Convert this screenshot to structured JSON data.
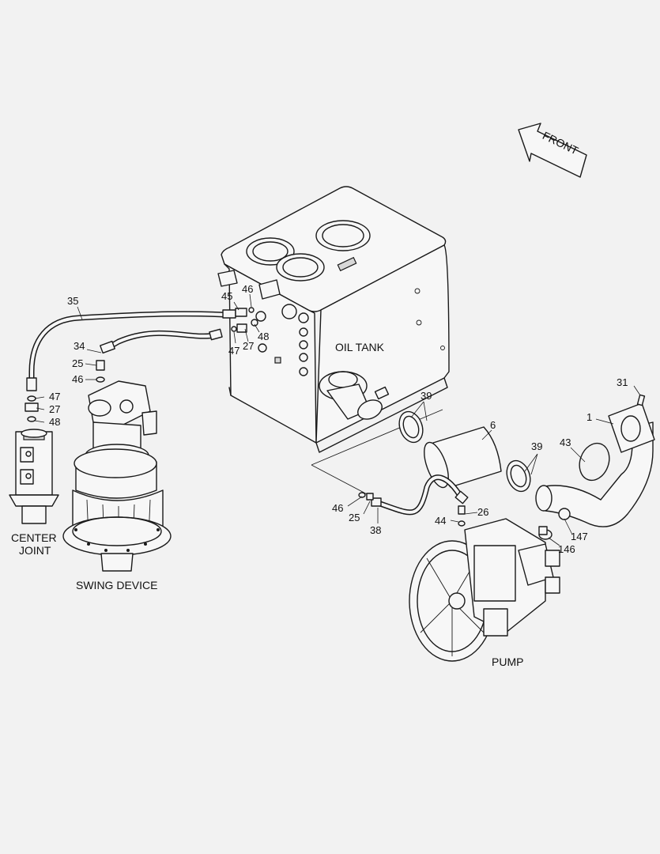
{
  "direction_label": "FRONT",
  "component_names": {
    "oil_tank": "OIL TANK",
    "center_joint_line1": "CENTER",
    "center_joint_line2": "JOINT",
    "swing_device": "SWING DEVICE",
    "pump": "PUMP"
  },
  "part_callouts": {
    "p1": "1",
    "p6": "6",
    "p25a": "25",
    "p25b": "25",
    "p26": "26",
    "p27a": "27",
    "p27b": "27",
    "p31": "31",
    "p34": "34",
    "p35": "35",
    "p38": "38",
    "p39a": "39",
    "p39b": "39",
    "p43": "43",
    "p44": "44",
    "p45": "45",
    "p46a": "46",
    "p46b": "46",
    "p46c": "46",
    "p47a": "47",
    "p47b": "47",
    "p48a": "48",
    "p48b": "48",
    "p146": "146",
    "p147": "147"
  }
}
